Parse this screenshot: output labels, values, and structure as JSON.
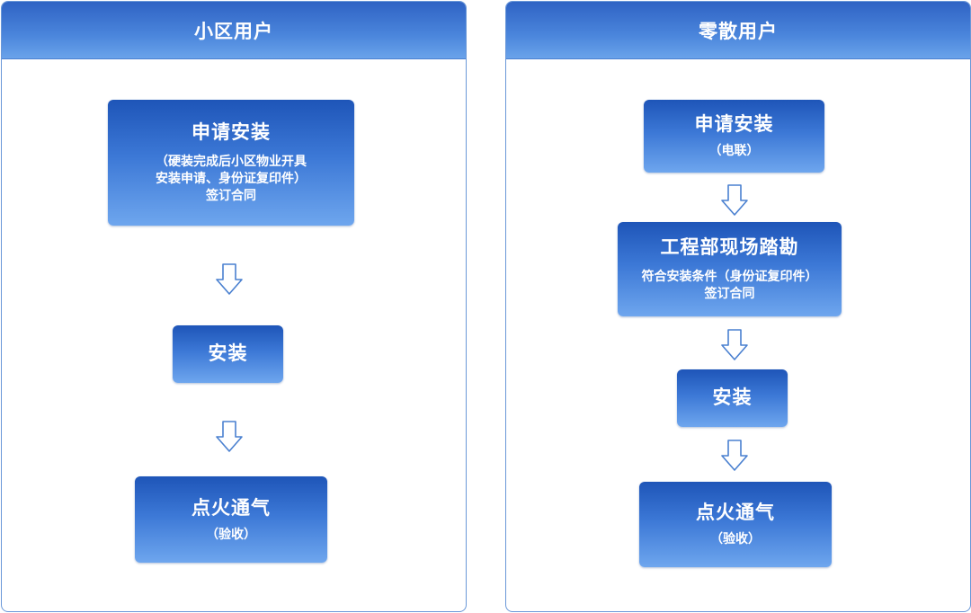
{
  "left": {
    "header": "小区用户",
    "steps": [
      {
        "title": "申请安装",
        "lines": [
          "（硬装完成后小区物业开具",
          "安装申请、身份证复印件）",
          "签订合同"
        ]
      },
      {
        "title": "安装"
      },
      {
        "title": "点火通气",
        "lines": [
          "（验收）"
        ]
      }
    ]
  },
  "right": {
    "header": "零散用户",
    "steps": [
      {
        "title": "申请安装",
        "lines": [
          "（电联）"
        ]
      },
      {
        "title": "工程部现场踏勘",
        "lines": [
          "符合安装条件（身份证复印件）",
          "签订合同"
        ]
      },
      {
        "title": "安装"
      },
      {
        "title": "点火通气",
        "lines": [
          "（验收）"
        ]
      }
    ]
  },
  "colors": {
    "header_top": "#2f63c4",
    "box_top": "#1e55b8",
    "box_bottom": "#6ea6ee",
    "arrow_stroke": "#4a80d0",
    "border": "#6a98d8"
  },
  "icons": {
    "arrow": "down-arrow-icon"
  }
}
